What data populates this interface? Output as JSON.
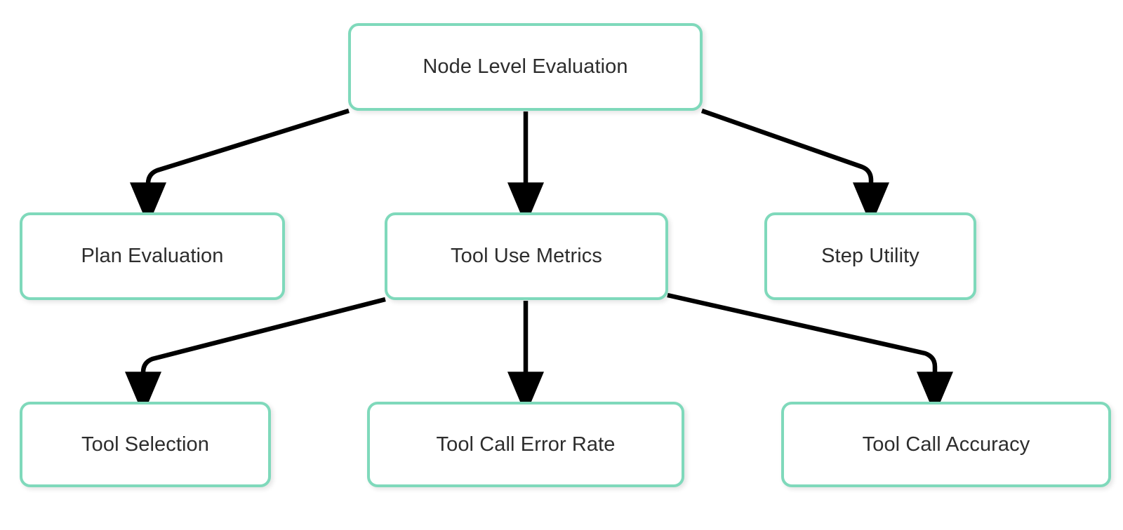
{
  "diagram": {
    "title": "Node Level Evaluation",
    "type": "flowchart",
    "direction": "top-down",
    "background_color": "#ffffff",
    "node_border_color": "#7fd9bb",
    "node_fill_color": "#ffffff",
    "node_text_color": "#2d2d2d",
    "edge_color": "#000000",
    "nodes": [
      {
        "id": "root",
        "label": "Node Level Evaluation",
        "level": 1
      },
      {
        "id": "plan-evaluation",
        "label": "Plan Evaluation",
        "level": 2
      },
      {
        "id": "tool-use-metrics",
        "label": "Tool Use Metrics",
        "level": 2
      },
      {
        "id": "step-utility",
        "label": "Step Utility",
        "level": 2
      },
      {
        "id": "tool-selection",
        "label": "Tool Selection",
        "level": 3
      },
      {
        "id": "tool-call-error",
        "label": "Tool Call Error Rate",
        "level": 3
      },
      {
        "id": "tool-call-acc",
        "label": "Tool Call Accuracy",
        "level": 3
      }
    ],
    "edges": [
      {
        "from": "root",
        "to": "plan-evaluation",
        "style": "elbow-left"
      },
      {
        "from": "root",
        "to": "tool-use-metrics",
        "style": "straight"
      },
      {
        "from": "root",
        "to": "step-utility",
        "style": "elbow-right"
      },
      {
        "from": "tool-use-metrics",
        "to": "tool-selection",
        "style": "elbow-left"
      },
      {
        "from": "tool-use-metrics",
        "to": "tool-call-error",
        "style": "straight"
      },
      {
        "from": "tool-use-metrics",
        "to": "tool-call-acc",
        "style": "elbow-right"
      }
    ]
  }
}
